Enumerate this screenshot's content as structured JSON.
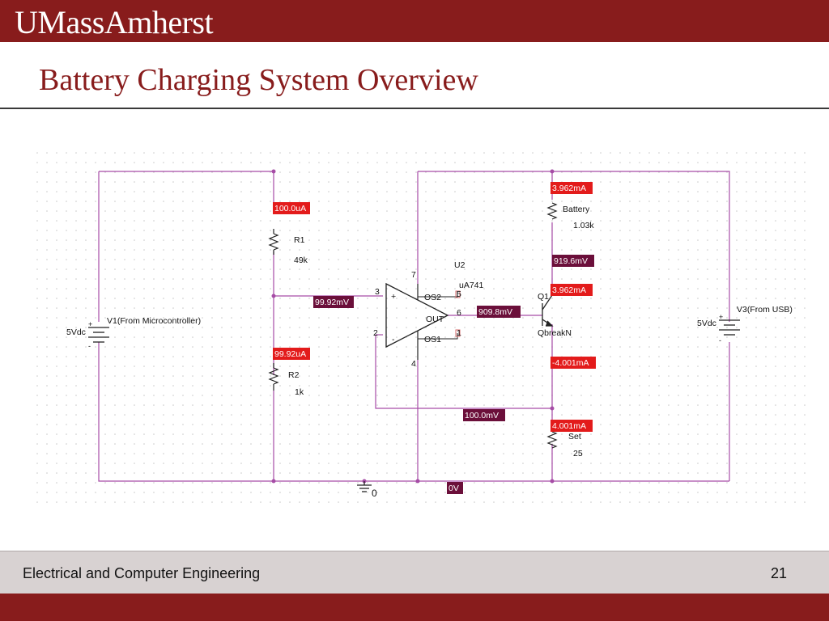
{
  "header": {
    "logo_text": "UMassAmherst"
  },
  "slide": {
    "title": "Battery Charging System Overview"
  },
  "colors": {
    "brand": "#881c1c",
    "wire": "#a64ca6",
    "probe_current": "#e31b1b",
    "probe_voltage": "#6b0f3a",
    "footer_band": "#d8d2d2"
  },
  "schematic": {
    "components": {
      "v1": {
        "name": "V1(From Microcontroller)",
        "value": "5Vdc",
        "plus": "+",
        "minus": "-"
      },
      "v3": {
        "name": "V3(From USB)",
        "value": "5Vdc",
        "plus": "+",
        "minus": "-"
      },
      "r1": {
        "name": "R1",
        "value": "49k"
      },
      "r2": {
        "name": "R2",
        "value": "1k"
      },
      "battery": {
        "name": "Battery",
        "value": "1.03k"
      },
      "set": {
        "name": "Set",
        "value": "25"
      },
      "u2": {
        "name": "U2",
        "model": "uA741",
        "plus": "+",
        "minus": "-",
        "out": "OUT",
        "os1": "OS1",
        "os2": "OS2",
        "pin_3": "3",
        "pin_2": "2",
        "pin_6": "6",
        "pin_7": "7",
        "pin_4": "4",
        "pin_5": "5",
        "pin_1": "1"
      },
      "q1": {
        "name": "Q1",
        "model": "QbreakN"
      },
      "ground": {
        "label": "0"
      }
    },
    "probes": {
      "r1_current": "100.0uA",
      "noninv_voltage": "99.92mV",
      "r2_current": "99.92uA",
      "battery_top_current": "3.962mA",
      "collector_voltage": "919.6mV",
      "collector_current": "3.962mA",
      "opamp_out_voltage": "909.8mV",
      "emitter_current": "-4.001mA",
      "feedback_voltage": "100.0mV",
      "set_current": "4.001mA",
      "ground_voltage": "0V"
    }
  },
  "footer": {
    "text": "Electrical and Computer Engineering",
    "page_number": "21"
  }
}
